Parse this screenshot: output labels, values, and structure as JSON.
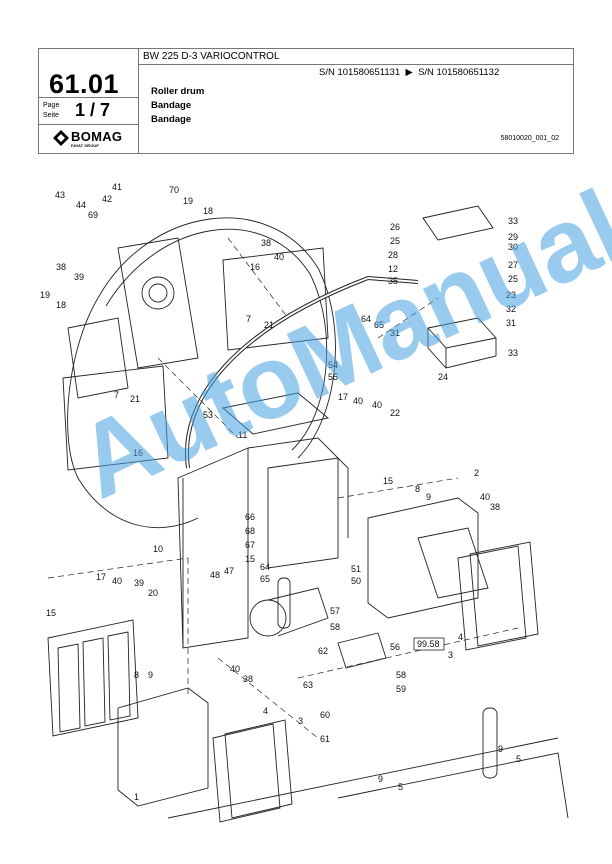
{
  "header": {
    "model": "BW 225 D-3 VARIOCONTROL",
    "code": "61.01",
    "page_label_de": "Seite",
    "page_label_en": "Page",
    "page_number": "1 / 7",
    "serial_from": "S/N 101580651131",
    "serial_to": "S/N 101580651132",
    "title_en": "Roller drum",
    "title_de": "Bandage",
    "title_fr": "Bandage",
    "doc_ref": "58010020_001_02",
    "logo_text": "BOMAG",
    "logo_sub": "FAYAT GROUP"
  },
  "watermark": "AutoManual",
  "callouts": [
    {
      "id": "c43",
      "text": "43"
    },
    {
      "id": "c44",
      "text": "44"
    },
    {
      "id": "c69",
      "text": "69"
    },
    {
      "id": "c41",
      "text": "41"
    },
    {
      "id": "c42",
      "text": "42"
    },
    {
      "id": "c70",
      "text": "70"
    },
    {
      "id": "c19a",
      "text": "19"
    },
    {
      "id": "c18a",
      "text": "18"
    },
    {
      "id": "c38a",
      "text": "38"
    },
    {
      "id": "c39a",
      "text": "39"
    },
    {
      "id": "c19b",
      "text": "19"
    },
    {
      "id": "c18b",
      "text": "18"
    },
    {
      "id": "c38b",
      "text": "38"
    },
    {
      "id": "c40a",
      "text": "40"
    },
    {
      "id": "c16a",
      "text": "16"
    },
    {
      "id": "c7a",
      "text": "7"
    },
    {
      "id": "c21a",
      "text": "21"
    },
    {
      "id": "c7b",
      "text": "7"
    },
    {
      "id": "c21b",
      "text": "21"
    },
    {
      "id": "c16b",
      "text": "16"
    },
    {
      "id": "c26",
      "text": "26"
    },
    {
      "id": "c33a",
      "text": "33"
    },
    {
      "id": "c25a",
      "text": "25"
    },
    {
      "id": "c29",
      "text": "29"
    },
    {
      "id": "c30",
      "text": "30"
    },
    {
      "id": "c28",
      "text": "28"
    },
    {
      "id": "c27",
      "text": "27"
    },
    {
      "id": "c12",
      "text": "12"
    },
    {
      "id": "c25b",
      "text": "25"
    },
    {
      "id": "c35",
      "text": "35"
    },
    {
      "id": "c23",
      "text": "23"
    },
    {
      "id": "c64a",
      "text": "64"
    },
    {
      "id": "c65a",
      "text": "65"
    },
    {
      "id": "c31a",
      "text": "31"
    },
    {
      "id": "c32",
      "text": "32"
    },
    {
      "id": "c31b",
      "text": "31"
    },
    {
      "id": "c33b",
      "text": "33"
    },
    {
      "id": "c24",
      "text": "24"
    },
    {
      "id": "c54",
      "text": "54"
    },
    {
      "id": "c55",
      "text": "55"
    },
    {
      "id": "c53",
      "text": "53"
    },
    {
      "id": "c17a",
      "text": "17"
    },
    {
      "id": "c40b",
      "text": "40"
    },
    {
      "id": "c40c",
      "text": "40"
    },
    {
      "id": "c22",
      "text": "22"
    },
    {
      "id": "c11",
      "text": "11"
    },
    {
      "id": "c15a",
      "text": "15"
    },
    {
      "id": "c2",
      "text": "2"
    },
    {
      "id": "c8a",
      "text": "8"
    },
    {
      "id": "c9a",
      "text": "9"
    },
    {
      "id": "c40d",
      "text": "40"
    },
    {
      "id": "c38c",
      "text": "38"
    },
    {
      "id": "c66",
      "text": "66"
    },
    {
      "id": "c68",
      "text": "68"
    },
    {
      "id": "c67",
      "text": "67"
    },
    {
      "id": "c10",
      "text": "10"
    },
    {
      "id": "c15b",
      "text": "15"
    },
    {
      "id": "c64b",
      "text": "64"
    },
    {
      "id": "c65b",
      "text": "65"
    },
    {
      "id": "c51",
      "text": "51"
    },
    {
      "id": "c50",
      "text": "50"
    },
    {
      "id": "c48",
      "text": "48"
    },
    {
      "id": "c47",
      "text": "47"
    },
    {
      "id": "c17b",
      "text": "17"
    },
    {
      "id": "c40e",
      "text": "40"
    },
    {
      "id": "c39b",
      "text": "39"
    },
    {
      "id": "c20",
      "text": "20"
    },
    {
      "id": "c57",
      "text": "57"
    },
    {
      "id": "c58a",
      "text": "58"
    },
    {
      "id": "c15c",
      "text": "15"
    },
    {
      "id": "c56",
      "text": "56"
    },
    {
      "id": "c62",
      "text": "62"
    },
    {
      "id": "c63",
      "text": "63"
    },
    {
      "id": "c8b",
      "text": "8"
    },
    {
      "id": "c9b",
      "text": "9"
    },
    {
      "id": "c40f",
      "text": "40"
    },
    {
      "id": "c38d",
      "text": "38"
    },
    {
      "id": "c58b",
      "text": "58"
    },
    {
      "id": "c59",
      "text": "59"
    },
    {
      "id": "c4",
      "text": "4"
    },
    {
      "id": "c3a",
      "text": "3"
    },
    {
      "id": "c60",
      "text": "60"
    },
    {
      "id": "c61",
      "text": "61"
    },
    {
      "id": "c1",
      "text": "1"
    },
    {
      "id": "c3b",
      "text": "3"
    },
    {
      "id": "c4b",
      "text": "4"
    },
    {
      "id": "c9c",
      "text": "9"
    },
    {
      "id": "c5a",
      "text": "5"
    },
    {
      "id": "c9d",
      "text": "9"
    },
    {
      "id": "c5b",
      "text": "5"
    }
  ],
  "ref_box": "99.58"
}
